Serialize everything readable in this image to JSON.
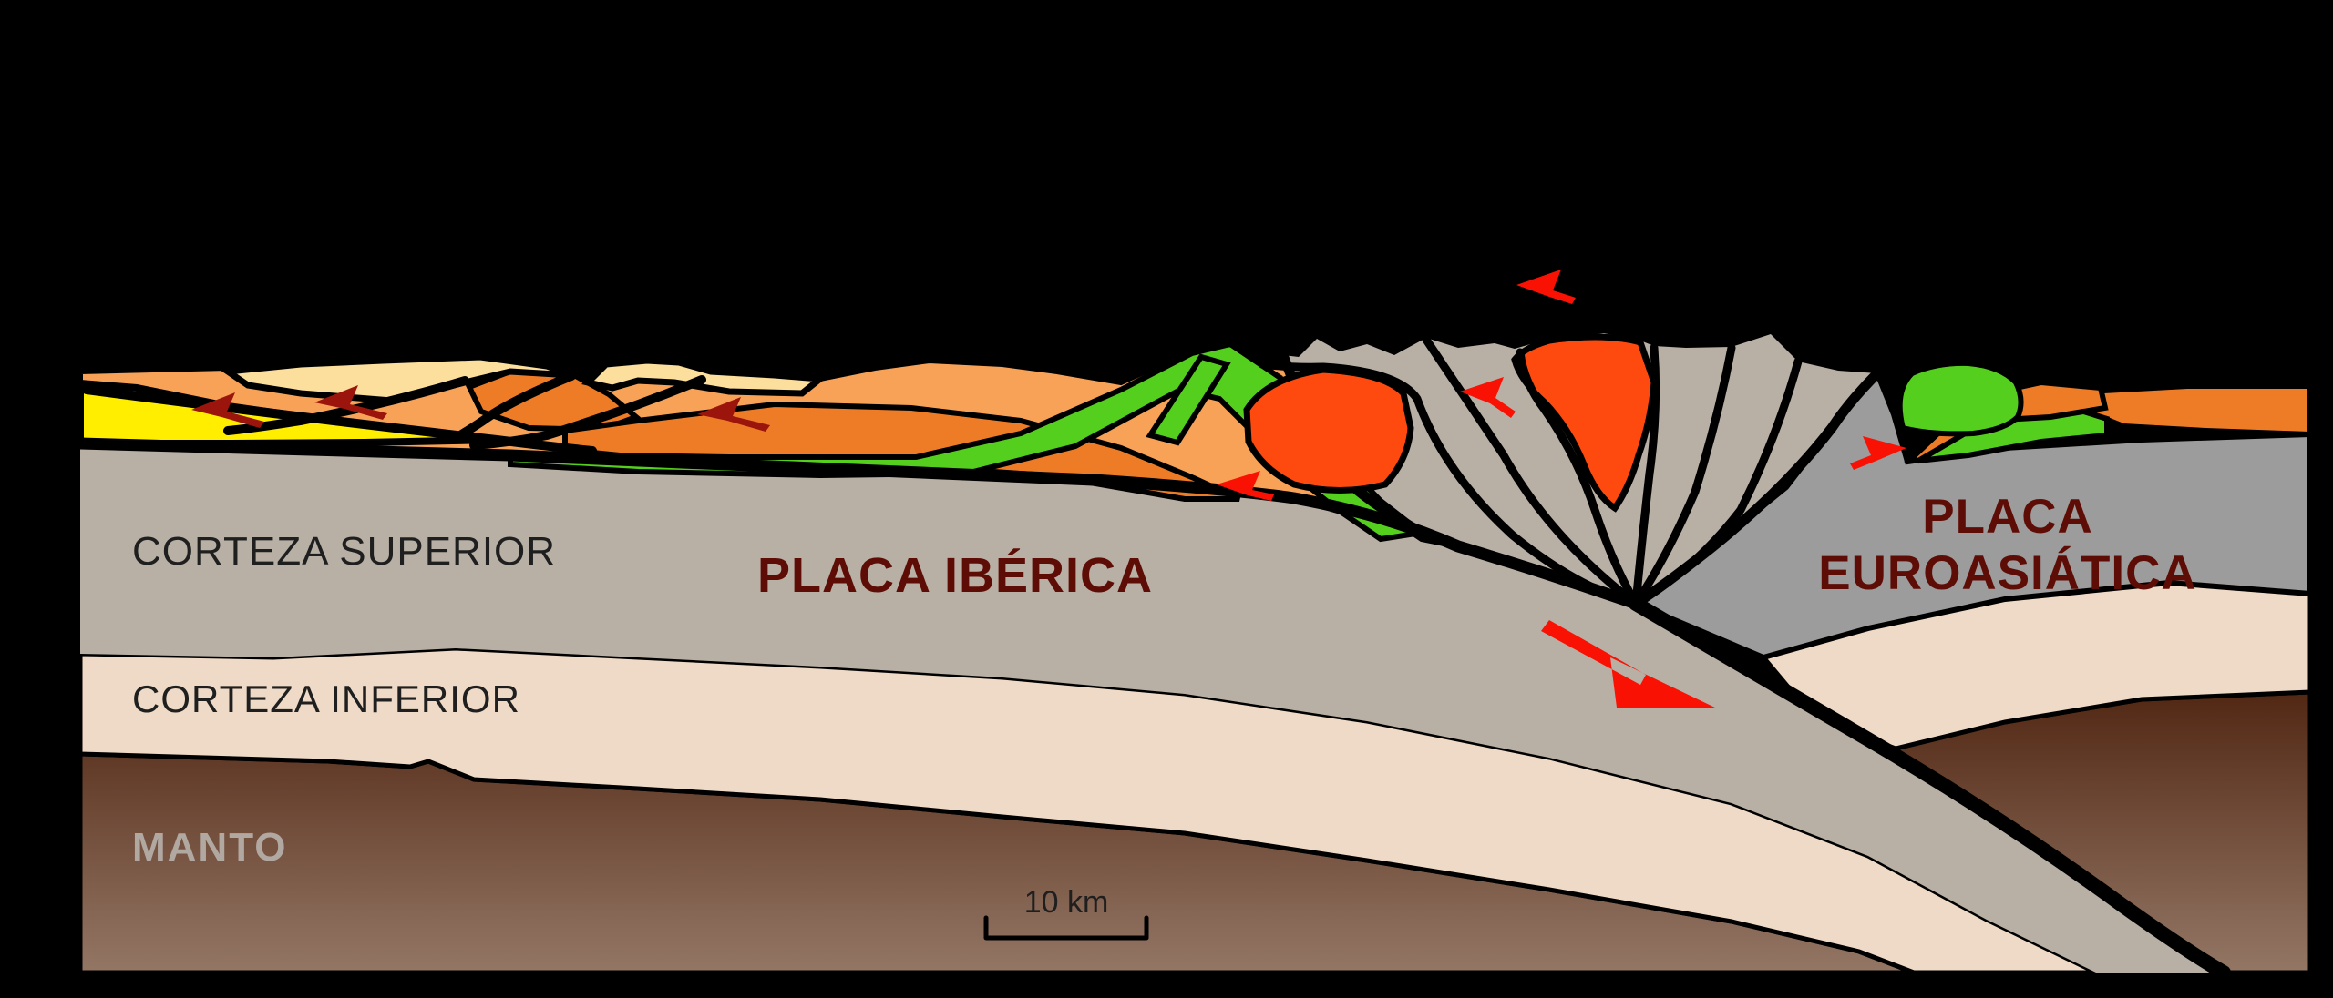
{
  "figure": {
    "type": "geological-cross-section",
    "language": "es"
  },
  "labels": {
    "upper_crust": "CORTEZA SUPERIOR",
    "iberian_plate": "PLACA IBÉRICA",
    "eurasian_plate_line1": "PLACA",
    "eurasian_plate_line2": "EUROASIÁTICA",
    "lower_crust": "CORTEZA INFERIOR",
    "mantle": "MANTO",
    "scale_bar": "10 km"
  },
  "arrows": {
    "red_thrust_arrows": [
      "sky-upper-right-pointing-left",
      "central-fault-pointing-upleft",
      "wedge-front-pointing-left",
      "eurasian-side-pointing-right",
      "main-thrust-large-pointing-downright"
    ],
    "maroon_thrust_arrows": [
      "left-thrust-1",
      "left-thrust-2",
      "left-thrust-3"
    ]
  },
  "colors": {
    "background": "#000000",
    "outline": "#000000",
    "iberian_crust": "#b8b0a5",
    "eurasian_crust": "#9c9c9c",
    "lower_crust": "#eedac6",
    "mantle_top": "#4f2511",
    "mantle_bottom": "#9d8170",
    "sediment_yellow": "#ffee00",
    "sediment_tan": "#fcdf9d",
    "sediment_orange_light": "#f8a257",
    "sediment_orange_dark": "#ee7c26",
    "sediment_green": "#55cf1e",
    "volcanic_red": "#fe4a0e",
    "arrow_red": "#f91204",
    "arrow_maroon": "#9b150c",
    "label_dark": "#1f1f1f",
    "label_maroon": "#5e0d06",
    "label_mantle": "#b2a8a2"
  }
}
